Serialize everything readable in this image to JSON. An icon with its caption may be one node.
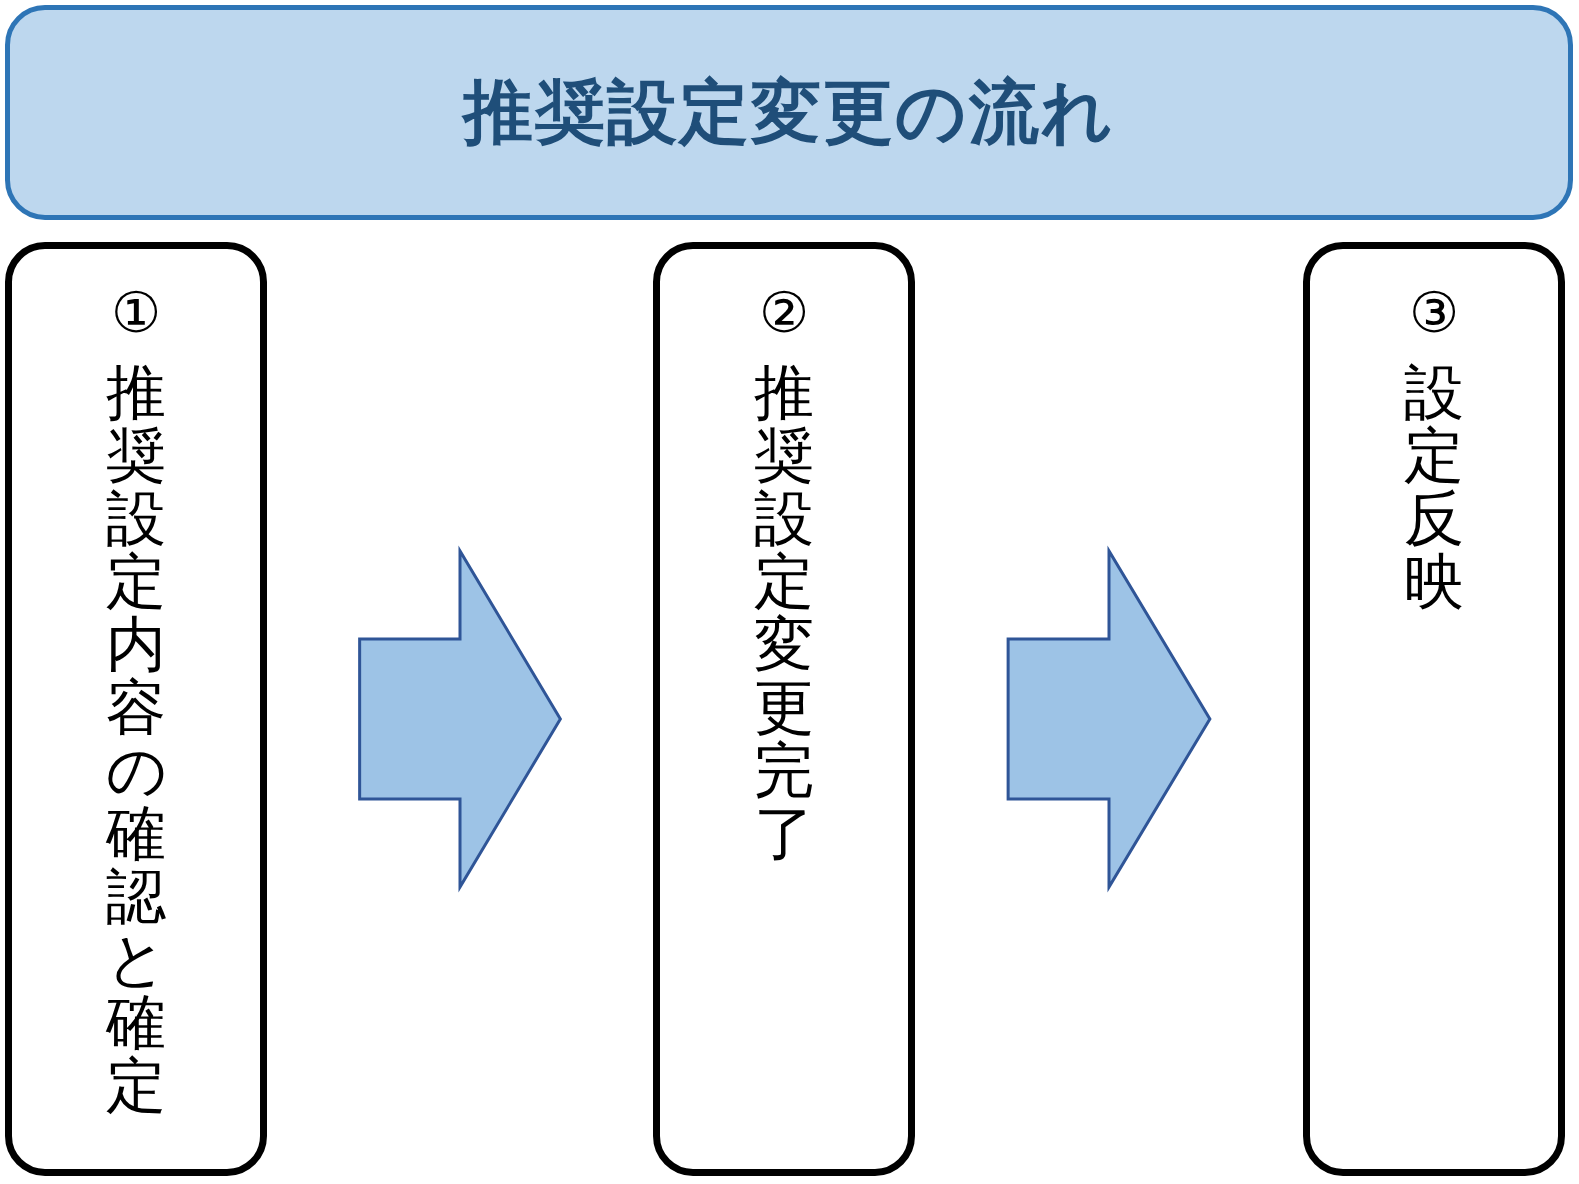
{
  "diagram": {
    "nodes": [
      {
        "text": [
          "推奨設定変更の流れ"
        ]
      },
      {
        "text": [
          "①",
          "推奨設定内容の確認と確定"
        ]
      },
      {
        "text": [
          "②",
          "推奨設定変更完了"
        ]
      },
      {
        "text": [
          "③",
          "設定反映"
        ]
      }
    ],
    "edges": [
      {
        "from": 1,
        "to": 2,
        "arrow": "to"
      },
      {
        "from": 2,
        "to": 3,
        "arrow": "to"
      }
    ]
  }
}
